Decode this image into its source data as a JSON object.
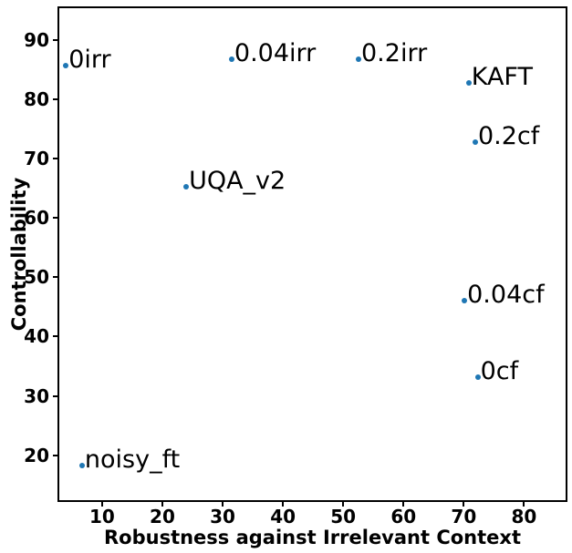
{
  "chart_data": {
    "type": "scatter",
    "title": "",
    "xlabel": "Robustness against Irrelevant Context",
    "ylabel": "Controllability",
    "xlim": [
      2.6,
      87.2
    ],
    "ylim": [
      12.1,
      95.7
    ],
    "xticks": [
      10,
      20,
      30,
      40,
      50,
      60,
      70,
      80
    ],
    "yticks": [
      20,
      30,
      40,
      50,
      60,
      70,
      80,
      90
    ],
    "grid": false,
    "legend": null,
    "marker_color": "#1f77b4",
    "annotation_color": "#000000",
    "points": [
      {
        "label": "0irr",
        "x": 3.7,
        "y": 86.0
      },
      {
        "label": "0.04irr",
        "x": 31.4,
        "y": 87.0
      },
      {
        "label": "0.2irr",
        "x": 52.6,
        "y": 87.0
      },
      {
        "label": "KAFT",
        "x": 71.0,
        "y": 83.0
      },
      {
        "label": "0.2cf",
        "x": 72.1,
        "y": 73.0
      },
      {
        "label": "UQA_v2",
        "x": 23.8,
        "y": 65.3
      },
      {
        "label": "0.04cf",
        "x": 70.3,
        "y": 46.0
      },
      {
        "label": "0cf",
        "x": 72.5,
        "y": 33.0
      },
      {
        "label": "noisy_ft",
        "x": 6.4,
        "y": 18.0
      }
    ]
  }
}
